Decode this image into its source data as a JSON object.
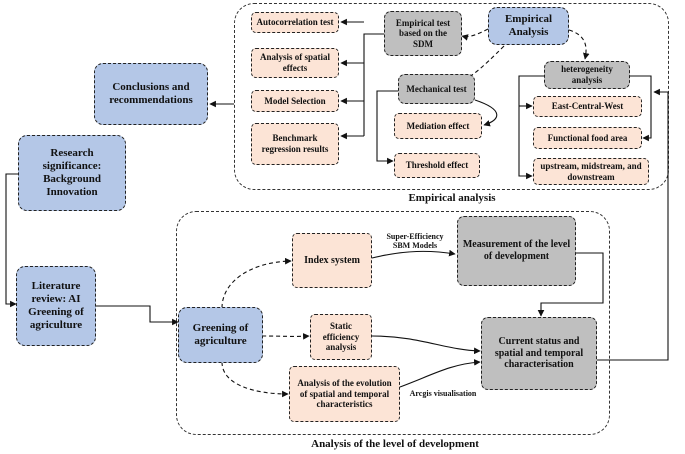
{
  "regions": {
    "empirical_caption": "Empirical analysis",
    "development_caption": "Analysis of the level of development"
  },
  "nodes": {
    "conclusions": "Conclusions and recommendations",
    "research_significance": "Research significance: Background Innovation",
    "literature_review": "Literature review: AI Greening of agriculture",
    "greening": "Greening of agriculture",
    "empirical_analysis": "Empirical Analysis",
    "empirical_test_sdm": "Empirical test based on the SDM",
    "autocorrelation": "Autocorrelation test",
    "spatial_effects": "Analysis of spatial effects",
    "model_selection": "Model Selection",
    "benchmark": "Benchmark regression results",
    "mechanical_test": "Mechanical test",
    "mediation": "Mediation effect",
    "threshold": "Threshold effect",
    "heterogeneity": "heterogeneity analysis",
    "east_central_west": "East-Central-West",
    "functional_food": "Functional food area",
    "upstream": "upstream, midstream, and downstream",
    "index_system": "Index system",
    "measurement": "Measurement of the level of development",
    "static_efficiency": "Static efficiency analysis",
    "evolution": "Analysis of the evolution of spatial and temporal characteristics",
    "current_status": "Current status and spatial and temporal characterisation"
  },
  "edge_labels": {
    "sbm": "Super-Efficiency SBM Models",
    "arcgis": "Arcgis visualisation"
  },
  "colors": {
    "blue_fill": "#b4c7e7",
    "peach_fill": "#fce4d6",
    "gray_fill": "#bfbfbf"
  }
}
